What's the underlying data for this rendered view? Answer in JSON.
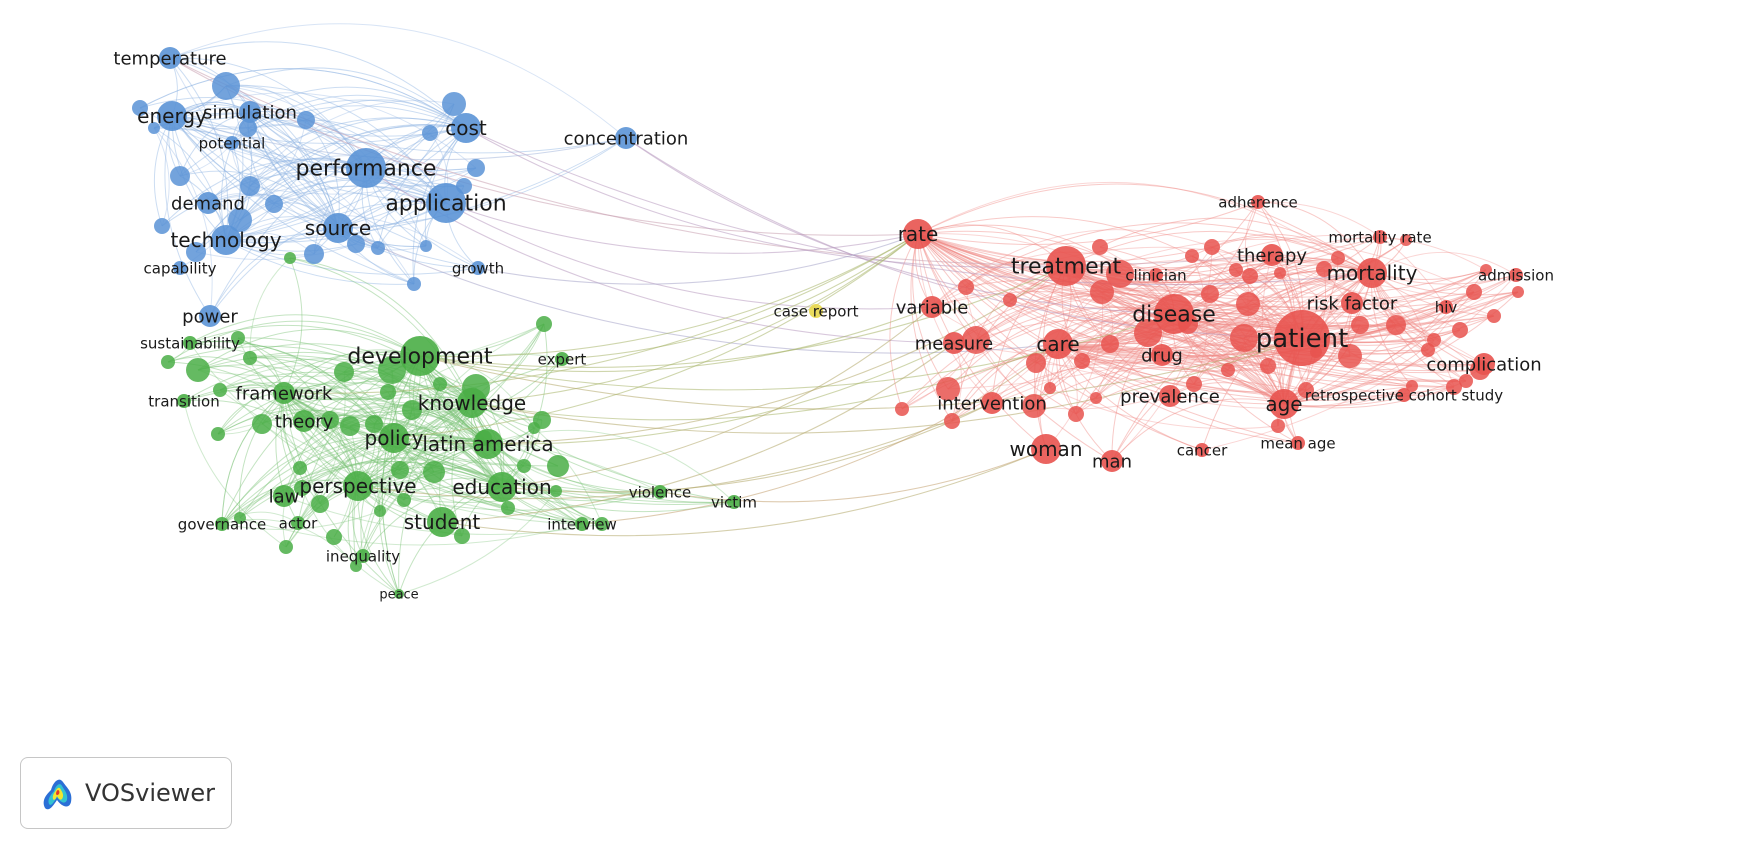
{
  "colors": {
    "blue": "#5b93d6",
    "green": "#4aae46",
    "red": "#e8534f",
    "yellow": "#e8d84a"
  },
  "branding": {
    "name": "VOSviewer",
    "icon": "vosviewer-logo-icon"
  },
  "network": {
    "clusters": [
      {
        "id": "blue",
        "color": "#5b93d6",
        "edge_color": "#8fb3e3"
      },
      {
        "id": "green",
        "color": "#4aae46",
        "edge_color": "#7cc478"
      },
      {
        "id": "red",
        "color": "#e8534f",
        "edge_color": "#f08a86"
      },
      {
        "id": "yellow",
        "color": "#e8d84a",
        "edge_color": "#e8d84a"
      }
    ],
    "labels": [
      {
        "text": "temperature",
        "cluster": "blue",
        "weight": 3
      },
      {
        "text": "energy",
        "cluster": "blue",
        "weight": 4
      },
      {
        "text": "simulation",
        "cluster": "blue",
        "weight": 3
      },
      {
        "text": "cost",
        "cluster": "blue",
        "weight": 4
      },
      {
        "text": "potential",
        "cluster": "blue",
        "weight": 2
      },
      {
        "text": "performance",
        "cluster": "blue",
        "weight": 5
      },
      {
        "text": "demand",
        "cluster": "blue",
        "weight": 3
      },
      {
        "text": "application",
        "cluster": "blue",
        "weight": 5
      },
      {
        "text": "source",
        "cluster": "blue",
        "weight": 4
      },
      {
        "text": "technology",
        "cluster": "blue",
        "weight": 4
      },
      {
        "text": "capability",
        "cluster": "blue",
        "weight": 2
      },
      {
        "text": "growth",
        "cluster": "blue",
        "weight": 2
      },
      {
        "text": "power",
        "cluster": "blue",
        "weight": 3
      },
      {
        "text": "concentration",
        "cluster": "blue",
        "weight": 3
      },
      {
        "text": "sustainability",
        "cluster": "green",
        "weight": 2
      },
      {
        "text": "development",
        "cluster": "green",
        "weight": 5
      },
      {
        "text": "expert",
        "cluster": "green",
        "weight": 2
      },
      {
        "text": "transition",
        "cluster": "green",
        "weight": 2
      },
      {
        "text": "framework",
        "cluster": "green",
        "weight": 3
      },
      {
        "text": "knowledge",
        "cluster": "green",
        "weight": 4
      },
      {
        "text": "theory",
        "cluster": "green",
        "weight": 3
      },
      {
        "text": "policy",
        "cluster": "green",
        "weight": 4
      },
      {
        "text": "latin america",
        "cluster": "green",
        "weight": 4
      },
      {
        "text": "law",
        "cluster": "green",
        "weight": 3
      },
      {
        "text": "perspective",
        "cluster": "green",
        "weight": 4
      },
      {
        "text": "education",
        "cluster": "green",
        "weight": 4
      },
      {
        "text": "violence",
        "cluster": "green",
        "weight": 2
      },
      {
        "text": "victim",
        "cluster": "green",
        "weight": 2
      },
      {
        "text": "governance",
        "cluster": "green",
        "weight": 2
      },
      {
        "text": "actor",
        "cluster": "green",
        "weight": 2
      },
      {
        "text": "student",
        "cluster": "green",
        "weight": 4
      },
      {
        "text": "interview",
        "cluster": "green",
        "weight": 2
      },
      {
        "text": "inequality",
        "cluster": "green",
        "weight": 2
      },
      {
        "text": "peace",
        "cluster": "green",
        "weight": 1
      },
      {
        "text": "case report",
        "cluster": "yellow",
        "weight": 2
      },
      {
        "text": "rate",
        "cluster": "red",
        "weight": 4
      },
      {
        "text": "adherence",
        "cluster": "red",
        "weight": 2
      },
      {
        "text": "mortality rate",
        "cluster": "red",
        "weight": 2
      },
      {
        "text": "treatment",
        "cluster": "red",
        "weight": 5
      },
      {
        "text": "clinician",
        "cluster": "red",
        "weight": 2
      },
      {
        "text": "therapy",
        "cluster": "red",
        "weight": 3
      },
      {
        "text": "mortality",
        "cluster": "red",
        "weight": 4
      },
      {
        "text": "admission",
        "cluster": "red",
        "weight": 2
      },
      {
        "text": "variable",
        "cluster": "red",
        "weight": 3
      },
      {
        "text": "disease",
        "cluster": "red",
        "weight": 5
      },
      {
        "text": "risk factor",
        "cluster": "red",
        "weight": 3
      },
      {
        "text": "hiv",
        "cluster": "red",
        "weight": 2
      },
      {
        "text": "measure",
        "cluster": "red",
        "weight": 3
      },
      {
        "text": "care",
        "cluster": "red",
        "weight": 4
      },
      {
        "text": "patient",
        "cluster": "red",
        "weight": 6
      },
      {
        "text": "drug",
        "cluster": "red",
        "weight": 3
      },
      {
        "text": "complication",
        "cluster": "red",
        "weight": 3
      },
      {
        "text": "intervention",
        "cluster": "red",
        "weight": 3
      },
      {
        "text": "prevalence",
        "cluster": "red",
        "weight": 3
      },
      {
        "text": "age",
        "cluster": "red",
        "weight": 4
      },
      {
        "text": "retrospective cohort study",
        "cluster": "red",
        "weight": 2
      },
      {
        "text": "woman",
        "cluster": "red",
        "weight": 4
      },
      {
        "text": "man",
        "cluster": "red",
        "weight": 3
      },
      {
        "text": "cancer",
        "cluster": "red",
        "weight": 2
      },
      {
        "text": "mean age",
        "cluster": "red",
        "weight": 2
      }
    ]
  }
}
